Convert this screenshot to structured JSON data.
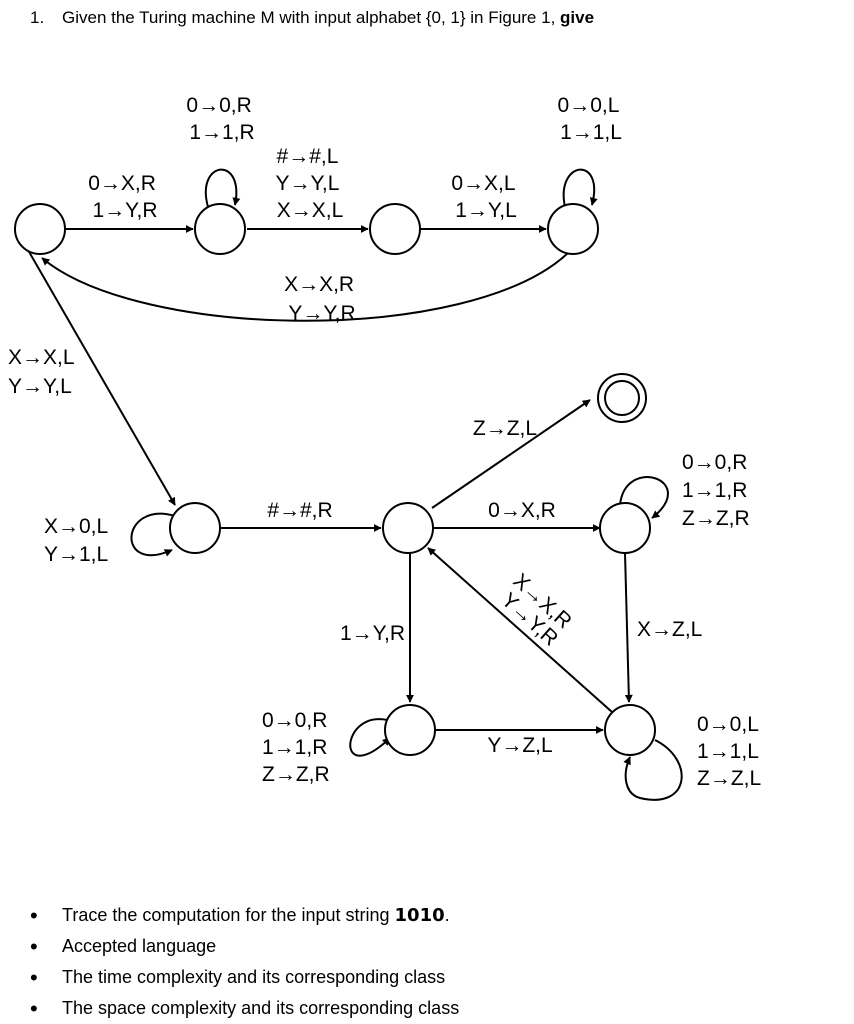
{
  "question": {
    "number": "1.",
    "text": "Given the Turing machine M with input alphabet {0, 1} in Figure 1, ",
    "bold": "give"
  },
  "diagram": {
    "states": [
      {
        "id": "q0"
      },
      {
        "id": "q1"
      },
      {
        "id": "q2"
      },
      {
        "id": "q3"
      },
      {
        "id": "q4"
      },
      {
        "id": "q5"
      },
      {
        "id": "q6",
        "accepting": true
      },
      {
        "id": "q7"
      },
      {
        "id": "q8"
      },
      {
        "id": "q9"
      }
    ],
    "labels": {
      "q0_q1": [
        "0→X,R",
        "1→Y,R"
      ],
      "q1_loop": [
        "0→0,R",
        "1→1,R"
      ],
      "q1_q2": [
        "#→#,L",
        "Y→Y,L",
        "X→X,L"
      ],
      "q2_q3": [
        "0→X,L",
        "1→Y,L"
      ],
      "q3_loop": [
        "0→0,L",
        "1→1,L"
      ],
      "q3_q0": [
        "X→X,R",
        "Y→Y,R"
      ],
      "q0_q4": [
        "X→X,L",
        "Y→Y,L"
      ],
      "q4_loop": [
        "X→0,L",
        "Y→1,L"
      ],
      "q4_q5": [
        "#→#,R"
      ],
      "q5_q6": [
        "Z→Z,L"
      ],
      "q5_q7": [
        "0→X,R"
      ],
      "q7_loop": [
        "0→0,R",
        "1→1,R",
        "Z→Z,R"
      ],
      "q5_q8": [
        "1→Y,R"
      ],
      "q8_loop": [
        "0→0,R",
        "1→1,R",
        "Z→Z,R"
      ],
      "q8_q9": [
        "Y→Z,L"
      ],
      "q7_q9": [
        "X→Z,L"
      ],
      "q9_loop": [
        "0→0,L",
        "1→1,L",
        "Z→Z,L"
      ],
      "q9_q5": [
        "X→X,R",
        "Y→Y,R"
      ]
    }
  },
  "bullets": [
    {
      "text": "Trace the computation for the input string ",
      "bold": "1010",
      "suffix": "."
    },
    {
      "text": "Accepted language",
      "bold": "",
      "suffix": ""
    },
    {
      "text": "The time complexity and its corresponding class",
      "bold": "",
      "suffix": ""
    },
    {
      "text": "The space complexity and its corresponding class",
      "bold": "",
      "suffix": ""
    }
  ]
}
